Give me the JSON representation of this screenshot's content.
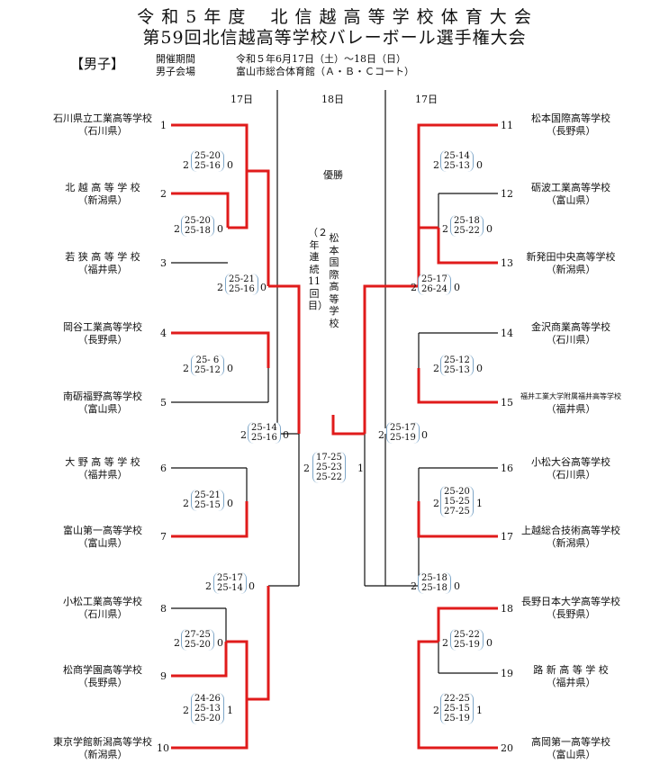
{
  "header": {
    "title1": "令 和 5 年 度　 北 信 越 高 等 学 校 体 育 大 会",
    "title2": "第59回北信越高等学校バレーボール選手権大会",
    "division": "【男子】",
    "period_label": "開催期間",
    "period_value": "令和５年6月17日（土）～18日（日）",
    "venue_label": "男子会場",
    "venue_value": "富山市総合体育館（Ａ・Ｂ・Ｃコート）"
  },
  "days": {
    "left": "17日",
    "center": "18日",
    "right": "17日"
  },
  "champion": {
    "label": "優勝",
    "name": "松本国際高等学校",
    "note": "（２年連続11回目）"
  },
  "teams_left": [
    {
      "num": "1",
      "name": "石川県立工業高等学校",
      "pref": "（石川県）"
    },
    {
      "num": "2",
      "name": "北 越 高 等 学 校",
      "pref": "（新潟県）"
    },
    {
      "num": "3",
      "name": "若 狭 高 等 学 校",
      "pref": "（福井県）"
    },
    {
      "num": "4",
      "name": "岡谷工業高等学校",
      "pref": "（長野県）"
    },
    {
      "num": "5",
      "name": "南砺福野高等学校",
      "pref": "（富山県）"
    },
    {
      "num": "6",
      "name": "大 野 高 等 学 校",
      "pref": "（福井県）"
    },
    {
      "num": "7",
      "name": "富山第一高等学校",
      "pref": "（富山県）"
    },
    {
      "num": "8",
      "name": "小松工業高等学校",
      "pref": "（石川県）"
    },
    {
      "num": "9",
      "name": "松商学園高等学校",
      "pref": "（長野県）"
    },
    {
      "num": "10",
      "name": "東京学館新潟高等学校",
      "pref": "（新潟県）"
    }
  ],
  "teams_right": [
    {
      "num": "11",
      "name": "松本国際高等学校",
      "pref": "（長野県）"
    },
    {
      "num": "12",
      "name": "砺波工業高等学校",
      "pref": "（富山県）"
    },
    {
      "num": "13",
      "name": "新発田中央高等学校",
      "pref": "（新潟県）"
    },
    {
      "num": "14",
      "name": "金沢商業高等学校",
      "pref": "（石川県）"
    },
    {
      "num": "15",
      "name": "福井工業大学附属福井高等学校",
      "pref": "（福井県）"
    },
    {
      "num": "16",
      "name": "小松大谷高等学校",
      "pref": "（石川県）"
    },
    {
      "num": "17",
      "name": "上越総合技術高等学校",
      "pref": "（新潟県）"
    },
    {
      "num": "18",
      "name": "長野日本大学高等学校",
      "pref": "（長野県）"
    },
    {
      "num": "19",
      "name": "路 新 高 等 学 校",
      "pref": "（福井県）"
    },
    {
      "num": "20",
      "name": "高岡第一高等学校",
      "pref": "（富山県）"
    }
  ],
  "matches": [
    {
      "id": "m-1v2",
      "sets": [
        "25-20",
        "25-16"
      ],
      "win": "2",
      "lose": "0"
    },
    {
      "id": "m-2v3",
      "sets": [
        "25-20",
        "25-18"
      ],
      "win": "2",
      "lose": "0"
    },
    {
      "id": "m-left-top-semi",
      "sets": [
        "25-21",
        "25-16"
      ],
      "win": "2",
      "lose": "0"
    },
    {
      "id": "m-4v5",
      "sets": [
        "25- 6",
        "25-12"
      ],
      "win": "2",
      "lose": "0"
    },
    {
      "id": "m-left-semi",
      "sets": [
        "25-14",
        "25-16"
      ],
      "win": "2",
      "lose": "0"
    },
    {
      "id": "m-6v7",
      "sets": [
        "25-21",
        "25-15"
      ],
      "win": "2",
      "lose": "0"
    },
    {
      "id": "m-left-bottom-semi",
      "sets": [
        "25-17",
        "25-14"
      ],
      "win": "2",
      "lose": "0"
    },
    {
      "id": "m-8v9",
      "sets": [
        "27-25",
        "25-20"
      ],
      "win": "2",
      "lose": "0"
    },
    {
      "id": "m-9v10",
      "sets": [
        "24-26",
        "25-13",
        "25-20"
      ],
      "win": "2",
      "lose": "1"
    },
    {
      "id": "m-final",
      "sets": [
        "17-25",
        "25-23",
        "25-22"
      ],
      "win": "2",
      "lose": "1"
    },
    {
      "id": "m-11v12",
      "sets": [
        "25-14",
        "25-13"
      ],
      "win": "2",
      "lose": "0"
    },
    {
      "id": "m-12v13",
      "sets": [
        "25-18",
        "25-22"
      ],
      "win": "2",
      "lose": "0"
    },
    {
      "id": "m-right-top-semi",
      "sets": [
        "25-17",
        "26-24"
      ],
      "win": "2",
      "lose": "0"
    },
    {
      "id": "m-14v15",
      "sets": [
        "25-12",
        "25-13"
      ],
      "win": "2",
      "lose": "0"
    },
    {
      "id": "m-right-semi",
      "sets": [
        "25-17",
        "25-19"
      ],
      "win": "2",
      "lose": "0"
    },
    {
      "id": "m-16v17",
      "sets": [
        "25-20",
        "15-25",
        "27-25"
      ],
      "win": "2",
      "lose": "1"
    },
    {
      "id": "m-right-bottom-semi",
      "sets": [
        "25-18",
        "25-18"
      ],
      "win": "2",
      "lose": "0"
    },
    {
      "id": "m-18v19",
      "sets": [
        "25-22",
        "25-19"
      ],
      "win": "2",
      "lose": "0"
    },
    {
      "id": "m-18v20",
      "sets": [
        "22-25",
        "25-15",
        "25-19"
      ],
      "win": "2",
      "lose": "1"
    }
  ],
  "colors": {
    "win_line": "#e01b1b",
    "lose_line": "#111111",
    "score_bracket": "#7ea6c8"
  }
}
